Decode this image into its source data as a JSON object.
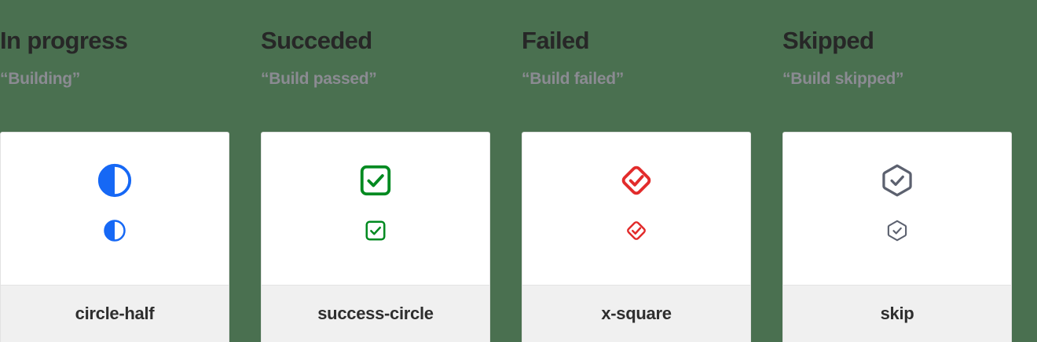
{
  "page": {
    "background_color": "#4a7050",
    "card_background": "#ffffff",
    "footer_background": "#f0f0f0"
  },
  "columns": [
    {
      "title": "In progress",
      "subtitle": "“Building”",
      "icon_name": "circle-half",
      "icon_label": "circle-half",
      "icon_color": "#1668f5"
    },
    {
      "title": "Succeded",
      "subtitle": "“Build passed”",
      "icon_name": "success-circle",
      "icon_label": "success-circle",
      "icon_color": "#008a20"
    },
    {
      "title": "Failed",
      "subtitle": "“Build failed”",
      "icon_name": "x-square",
      "icon_label": "x-square",
      "icon_color": "#e22b2b"
    },
    {
      "title": "Skipped",
      "subtitle": "“Build skipped”",
      "icon_name": "skip",
      "icon_label": "skip",
      "icon_color": "#5c616f"
    }
  ]
}
